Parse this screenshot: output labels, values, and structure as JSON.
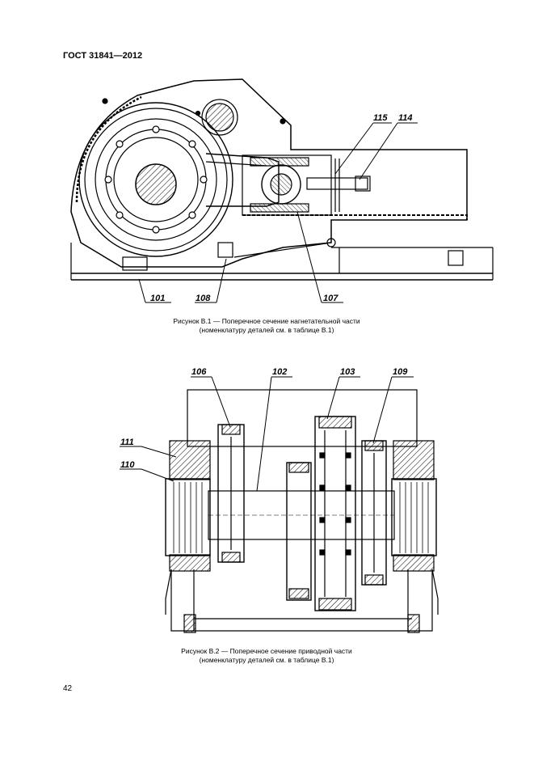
{
  "header": {
    "title": "ГОСТ 31841—2012"
  },
  "figure1": {
    "caption_line1": "Рисунок В.1 — Поперечное сечение нагнетательной части",
    "caption_line2": "(номенклатуру деталей см. в таблице В.1)",
    "labels": {
      "l115": "115",
      "l114": "114",
      "l101": "101",
      "l108": "108",
      "l107": "107"
    }
  },
  "figure2": {
    "caption_line1": "Рисунок В.2 — Поперечное сечение приводной части",
    "caption_line2": "(номенклатуру деталей см. в таблице В.1)",
    "labels": {
      "l106": "106",
      "l102": "102",
      "l103": "103",
      "l109": "109",
      "l111": "111",
      "l110": "110"
    }
  },
  "footer": {
    "page_number": "42"
  }
}
